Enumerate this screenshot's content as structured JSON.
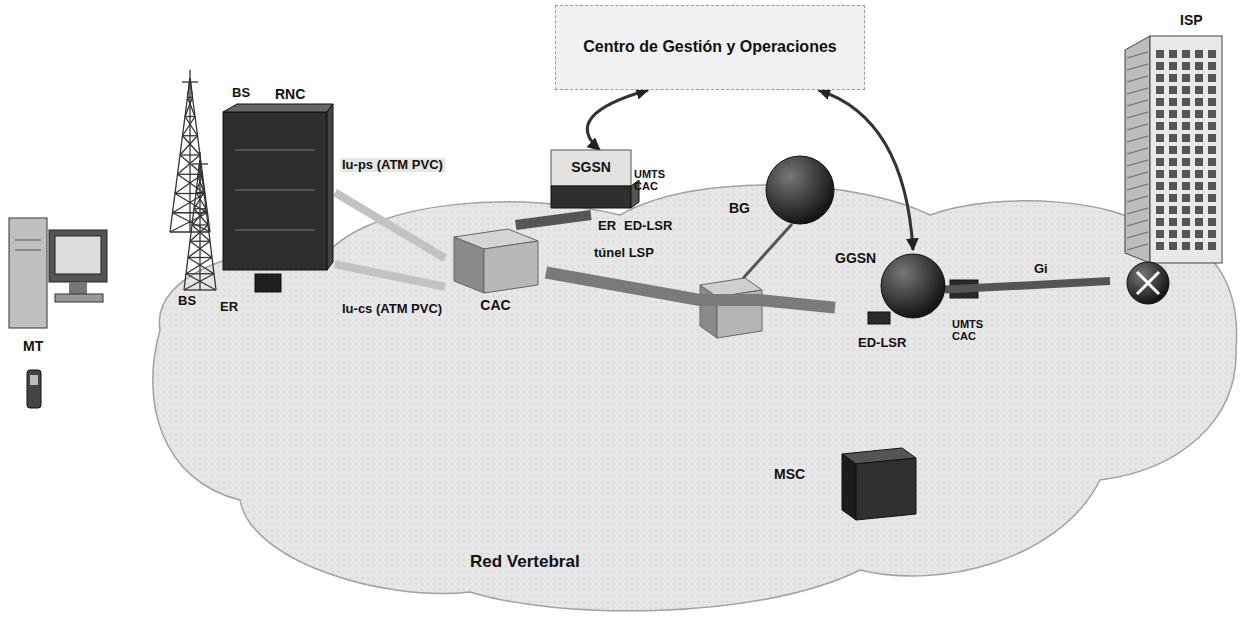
{
  "diagram": {
    "nodes": [
      {
        "text": [
          "Centro de Gestión y Operaciones"
        ]
      },
      {
        "text": [
          "ISP"
        ]
      },
      {
        "text": [
          "SGSN"
        ]
      },
      {
        "text": [
          "BG"
        ]
      },
      {
        "text": [
          "RNC"
        ]
      },
      {
        "text": [
          "GGSN"
        ]
      },
      {
        "text": [
          "CAC"
        ]
      },
      {
        "text": [
          "MT"
        ]
      },
      {
        "text": [
          "MSC"
        ]
      }
    ],
    "edges": [
      {
        "from": 0,
        "to": 2,
        "arrow": "both"
      },
      {
        "from": 0,
        "to": 5,
        "arrow": "both"
      },
      {
        "from": 4,
        "to": 6,
        "label": "Iu-ps (ATM PVC)",
        "arrow": "none"
      },
      {
        "from": 4,
        "to": 6,
        "label": "Iu-cs (ATM PVC)",
        "arrow": "none"
      },
      {
        "from": 6,
        "to": 2,
        "arrow": "none"
      },
      {
        "from": 6,
        "to": 5,
        "label": "túnel LSP",
        "arrow": "none"
      },
      {
        "from": 5,
        "to": 1,
        "label": "Gi",
        "arrow": "none"
      }
    ],
    "labels": [
      "UMTS CAC",
      "UMTS CAC",
      "BS",
      "BS",
      "ER",
      "ER",
      "ED-LSR",
      "ED-LSR",
      "Red Vertebral"
    ]
  }
}
